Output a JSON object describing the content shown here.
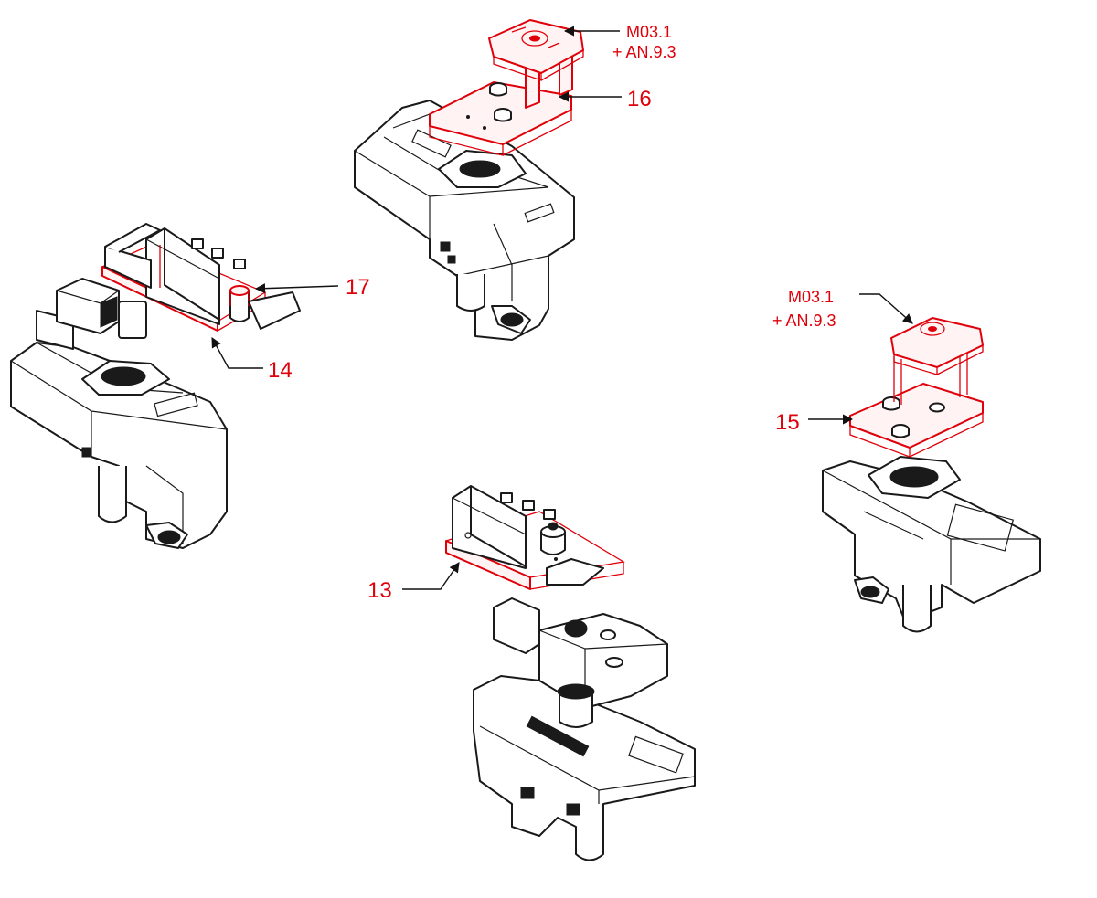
{
  "callouts": {
    "m031_top": "M03.1",
    "an93_top": "+ AN.9.3",
    "label_16": "16",
    "label_17": "17",
    "label_14": "14",
    "m031_right": "M03.1",
    "an93_right": "+ AN.9.3",
    "label_15": "15",
    "label_13": "13"
  },
  "colors": {
    "highlight": "#e0000a",
    "line": "#1a1a1a"
  }
}
